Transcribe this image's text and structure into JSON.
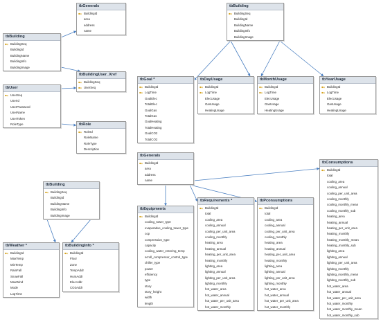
{
  "tables": [
    {
      "id": "tbGenerals_top",
      "title": "tbGenerals",
      "fields": [
        {
          "name": "BuildingId",
          "key": true
        },
        {
          "name": "area"
        },
        {
          "name": "address"
        },
        {
          "name": "name"
        }
      ]
    },
    {
      "id": "tbBuilding_top",
      "title": "tbBuilding",
      "fields": [
        {
          "name": "BuildingSeq",
          "key": true
        },
        {
          "name": "BuildingId"
        },
        {
          "name": "BuildingName"
        },
        {
          "name": "BuildingInfo"
        },
        {
          "name": "BuildingImage"
        }
      ]
    },
    {
      "id": "tbBuilding_left",
      "title": "tbBuilding",
      "fields": [
        {
          "name": "BuildingSeq",
          "key": true
        },
        {
          "name": "BuildingId"
        },
        {
          "name": "BuildingName"
        },
        {
          "name": "BuildingInfo"
        },
        {
          "name": "BuildingImage"
        }
      ]
    },
    {
      "id": "tbBuildingUser_Xref",
      "title": "tbBuildingUser_Xref",
      "fields": [
        {
          "name": "BuildingSeq",
          "key": true
        },
        {
          "name": "UserSeq",
          "key": true
        }
      ]
    },
    {
      "id": "tbUser",
      "title": "tbUser",
      "fields": [
        {
          "name": "UserSeq",
          "key": true
        },
        {
          "name": "UserId"
        },
        {
          "name": "UserPassword"
        },
        {
          "name": "UserName"
        },
        {
          "name": "UserToken"
        },
        {
          "name": "RoleType"
        }
      ]
    },
    {
      "id": "tbRole",
      "title": "tbRole",
      "fields": [
        {
          "name": "RoleId",
          "key": true
        },
        {
          "name": "RoleName"
        },
        {
          "name": "RoleType"
        },
        {
          "name": "Description"
        }
      ]
    },
    {
      "id": "tbGoal",
      "title": "tbGoal *",
      "fields": [
        {
          "name": "BuildingId",
          "key": true
        },
        {
          "name": "LogTime",
          "key": true
        },
        {
          "name": "GoalElec"
        },
        {
          "name": "TotalElec"
        },
        {
          "name": "GoalGas"
        },
        {
          "name": "TotalGas"
        },
        {
          "name": "GoalHeating"
        },
        {
          "name": "TotalHeating"
        },
        {
          "name": "GoalCO2"
        },
        {
          "name": "TotalCO2"
        }
      ]
    },
    {
      "id": "tbDayUsage",
      "title": "tbDayUsage",
      "fields": [
        {
          "name": "BuildingId",
          "key": true
        },
        {
          "name": "LogTime",
          "key": true
        },
        {
          "name": "ElecUsage"
        },
        {
          "name": "GasUsage"
        },
        {
          "name": "HeatingUsage"
        }
      ]
    },
    {
      "id": "tbMonthUsage",
      "title": "tbMonthUsage",
      "fields": [
        {
          "name": "BuildingId",
          "key": true
        },
        {
          "name": "LogTime",
          "key": true
        },
        {
          "name": "ElecUsage"
        },
        {
          "name": "GasUsage"
        },
        {
          "name": "HeatingUsage"
        }
      ]
    },
    {
      "id": "tbYearUsage",
      "title": "tbYearUsage",
      "fields": [
        {
          "name": "BuildingId",
          "key": true
        },
        {
          "name": "LogTime",
          "key": true
        },
        {
          "name": "ElecUsage"
        },
        {
          "name": "GasUsage"
        },
        {
          "name": "HeatingUsage"
        }
      ]
    },
    {
      "id": "tbGenerals_mid",
      "title": "tbGenerals",
      "fields": [
        {
          "name": "BuildingId",
          "key": true
        },
        {
          "name": "area"
        },
        {
          "name": "address"
        },
        {
          "name": "name"
        }
      ]
    },
    {
      "id": "tbBuilding_bottom",
      "title": "tbBuilding",
      "fields": [
        {
          "name": "BuildingSeq",
          "key": true
        },
        {
          "name": "BuildingId"
        },
        {
          "name": "BuildingName"
        },
        {
          "name": "BuildingInfo"
        },
        {
          "name": "BuildingImage"
        }
      ]
    },
    {
      "id": "tbWeather",
      "title": "tbWeather *",
      "fields": [
        {
          "name": "BuildingId",
          "key": true
        },
        {
          "name": "MaxTemp"
        },
        {
          "name": "MinTemp"
        },
        {
          "name": "RainFall"
        },
        {
          "name": "SnowFall"
        },
        {
          "name": "MaxWind"
        },
        {
          "name": "Mode"
        },
        {
          "name": "LogTime"
        }
      ]
    },
    {
      "id": "tbBuildingInfo",
      "title": "tbBuildingInfo *",
      "fields": [
        {
          "name": "BuildingId",
          "key": true
        },
        {
          "name": "Floor"
        },
        {
          "name": "Zone"
        },
        {
          "name": "TempAddr"
        },
        {
          "name": "HumAddr"
        },
        {
          "name": "ElecAddr"
        },
        {
          "name": "CO2Addr"
        }
      ]
    },
    {
      "id": "tbEquipments",
      "title": "tbEquipments",
      "fields": [
        {
          "name": "BuildingId",
          "key": true
        },
        {
          "name": "cooling_tower_type"
        },
        {
          "name": "evaporative_cooling_tower_type"
        },
        {
          "name": "cop"
        },
        {
          "name": "compression_type"
        },
        {
          "name": "capacity"
        },
        {
          "name": "cooling_water_entering_temp"
        },
        {
          "name": "scroll_compressor_control_type"
        },
        {
          "name": "chiller_type"
        },
        {
          "name": "power"
        },
        {
          "name": "efficiency"
        },
        {
          "name": "type"
        },
        {
          "name": "story"
        },
        {
          "name": "story_height"
        },
        {
          "name": "width"
        },
        {
          "name": "length"
        }
      ]
    },
    {
      "id": "tbRequirements",
      "title": "tbRequirements *",
      "fields": [
        {
          "name": "BuildingId",
          "key": true
        },
        {
          "name": "total"
        },
        {
          "name": "cooling_area"
        },
        {
          "name": "cooling_annual"
        },
        {
          "name": "cooling_per_unit_area"
        },
        {
          "name": "cooling_monthly"
        },
        {
          "name": "heating_area"
        },
        {
          "name": "heating_annual"
        },
        {
          "name": "heating_per_unit_area"
        },
        {
          "name": "heating_monthly"
        },
        {
          "name": "lighting_area"
        },
        {
          "name": "lighting_annual"
        },
        {
          "name": "lighting_per_unit_area"
        },
        {
          "name": "lighting_monthly"
        },
        {
          "name": "hot_water_area"
        },
        {
          "name": "hot_water_annual"
        },
        {
          "name": "hot_water_per_unit_area"
        },
        {
          "name": "hot_water_monthly"
        }
      ]
    },
    {
      "id": "tbPconsumptions",
      "title": "tbPconsumptions",
      "fields": [
        {
          "name": "BuildingId",
          "key": true
        },
        {
          "name": "total"
        },
        {
          "name": "cooling_area"
        },
        {
          "name": "cooling_annual"
        },
        {
          "name": "cooling_per_unit_area"
        },
        {
          "name": "cooling_monthly"
        },
        {
          "name": "heating_area"
        },
        {
          "name": "heating_annual"
        },
        {
          "name": "heating_per_unit_area"
        },
        {
          "name": "heating_monthly"
        },
        {
          "name": "lighting_area"
        },
        {
          "name": "lighting_annual"
        },
        {
          "name": "lighting_per_unit_area"
        },
        {
          "name": "lighting_monthly"
        },
        {
          "name": "hot_water_area"
        },
        {
          "name": "hot_water_annual"
        },
        {
          "name": "hot_water_per_unit_area"
        },
        {
          "name": "hot_water_monthly"
        }
      ]
    },
    {
      "id": "tbConsumptions",
      "title": "tbConsumptions",
      "fields": [
        {
          "name": "BuildingId",
          "key": true
        },
        {
          "name": "total"
        },
        {
          "name": "cooling_area"
        },
        {
          "name": "cooling_annual"
        },
        {
          "name": "cooling_per_unit_area"
        },
        {
          "name": "cooling_monthly"
        },
        {
          "name": "cooling_monthly_mean"
        },
        {
          "name": "cooling_monthly_sub"
        },
        {
          "name": "heating_area"
        },
        {
          "name": "heating_annual"
        },
        {
          "name": "heating_per_unit_area"
        },
        {
          "name": "heating_monthly"
        },
        {
          "name": "heating_monthly_mean"
        },
        {
          "name": "heating_monthly_sub"
        },
        {
          "name": "lighting_area"
        },
        {
          "name": "lighting_annual"
        },
        {
          "name": "lighting_per_unit_area"
        },
        {
          "name": "lighting_monthly"
        },
        {
          "name": "lighting_monthly_mean"
        },
        {
          "name": "lighting_monthly_sub"
        },
        {
          "name": "hot_water_area"
        },
        {
          "name": "hot_water_annual"
        },
        {
          "name": "hot_water_per_unit_area"
        },
        {
          "name": "hot_water_monthly"
        },
        {
          "name": "hot_water_monthly_mean"
        },
        {
          "name": "hot_water_monthly_sub"
        }
      ]
    }
  ],
  "relations": [
    {
      "from": "tbBuilding_left",
      "to": "tbGenerals_top"
    },
    {
      "from": "tbBuilding_left",
      "to": "tbBuildingUser_Xref"
    },
    {
      "from": "tbUser",
      "to": "tbBuildingUser_Xref"
    },
    {
      "from": "tbUser",
      "to": "tbRole"
    },
    {
      "from": "tbBuilding_top",
      "to": "tbGoal"
    },
    {
      "from": "tbBuilding_top",
      "to": "tbDayUsage"
    },
    {
      "from": "tbBuilding_top",
      "to": "tbMonthUsage"
    },
    {
      "from": "tbBuilding_top",
      "to": "tbYearUsage"
    },
    {
      "from": "tbGenerals_mid",
      "to": "tbEquipments"
    },
    {
      "from": "tbGenerals_mid",
      "to": "tbRequirements"
    },
    {
      "from": "tbGenerals_mid",
      "to": "tbPconsumptions"
    },
    {
      "from": "tbGenerals_mid",
      "to": "tbConsumptions"
    },
    {
      "from": "tbBuilding_bottom",
      "to": "tbWeather"
    },
    {
      "from": "tbBuilding_bottom",
      "to": "tbBuildingInfo"
    }
  ],
  "colors": {
    "header": "#dde3ea",
    "border": "#9a9a9a",
    "connector": "#4a7fc1",
    "key": "#d4a017"
  }
}
